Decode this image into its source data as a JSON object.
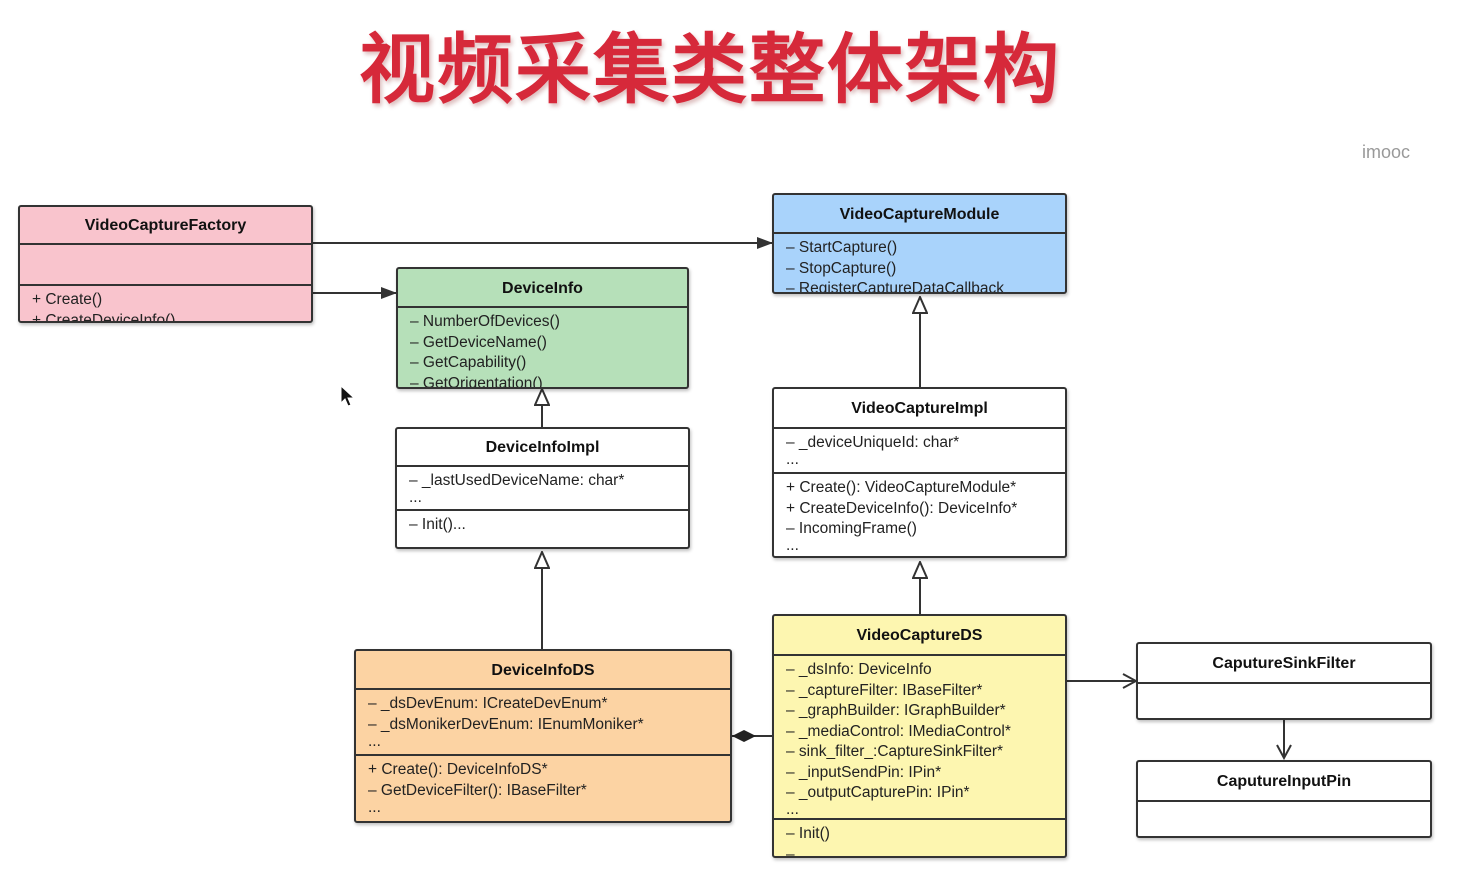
{
  "title": "视频采集类整体架构",
  "watermark": "imooc",
  "colors": {
    "title": "#d6293a",
    "pink": "#f9c4cd",
    "green": "#b6e0b9",
    "blue": "#a9d3fb",
    "orange": "#fcd3a3",
    "yellow": "#fdf6b0",
    "white": "#ffffff"
  },
  "classes": {
    "factory": {
      "name": "VideoCaptureFactory",
      "sections": [
        [],
        [
          "+ Create()",
          "+ CreateDeviceInfo()"
        ]
      ]
    },
    "module": {
      "name": "VideoCaptureModule",
      "sections": [
        [
          "– StartCapture()",
          "– StopCapture()",
          "– RegisterCaptureDataCallback"
        ]
      ]
    },
    "deviceinfo": {
      "name": "DeviceInfo",
      "sections": [
        [
          "– NumberOfDevices()",
          "– GetDeviceName()",
          "– GetCapability()",
          "– GetOrigentation()"
        ]
      ]
    },
    "deviceinfoimpl": {
      "name": "DeviceInfoImpl",
      "sections": [
        [
          "– _lastUsedDeviceName: char*",
          "..."
        ],
        [
          "– Init()..."
        ]
      ]
    },
    "captureimpl": {
      "name": "VideoCaptureImpl",
      "sections": [
        [
          "– _deviceUniqueId: char*",
          "..."
        ],
        [
          "+ Create(): VideoCaptureModule*",
          "+ CreateDeviceInfo(): DeviceInfo*",
          "– IncomingFrame()",
          "..."
        ]
      ]
    },
    "deviceinfods": {
      "name": "DeviceInfoDS",
      "sections": [
        [
          "– _dsDevEnum: ICreateDevEnum*",
          "– _dsMonikerDevEnum: IEnumMoniker*",
          "..."
        ],
        [
          "+ Create(): DeviceInfoDS*",
          "– GetDeviceFilter(): IBaseFilter*",
          "..."
        ]
      ]
    },
    "captureds": {
      "name": "VideoCaptureDS",
      "sections": [
        [
          "– _dsInfo: DeviceInfo",
          "– _captureFilter: IBaseFilter*",
          "– _graphBuilder: IGraphBuilder*",
          "– _mediaControl: IMediaControl*",
          "– sink_filter_:CaptureSinkFilter*",
          "– _inputSendPin: IPin*",
          "– _outputCapturePin: IPin*",
          "..."
        ],
        [
          "– Init()",
          "– ..."
        ]
      ]
    },
    "sinkfilter": {
      "name": "CaputureSinkFilter",
      "sections": [
        []
      ]
    },
    "inputpin": {
      "name": "CaputureInputPin",
      "sections": [
        []
      ]
    }
  }
}
